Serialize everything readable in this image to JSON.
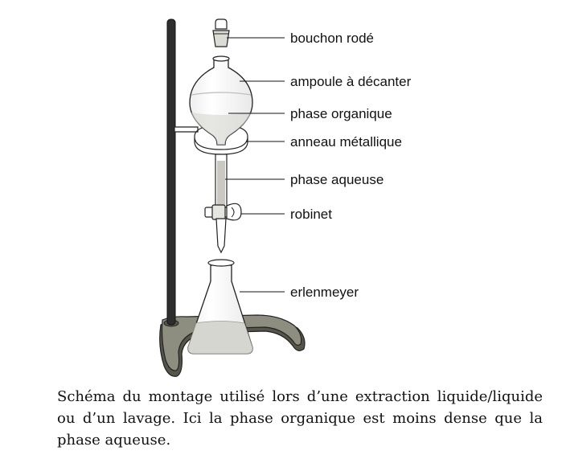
{
  "labels": {
    "stopper": "bouchon rodé",
    "funnel": "ampoule à décanter",
    "organic_phase": "phase organique",
    "ring": "anneau métallique",
    "aqueous_phase": "phase aqueuse",
    "stopcock": "robinet",
    "flask": "erlenmeyer"
  },
  "caption": "Schéma du montage utilisé lors d’une extraction li­quide/liquide ou d’un lavage. Ici la phase organique est moins dense que la phase aqueuse.",
  "colors": {
    "outline": "#222222",
    "rod": "#2e2e2e",
    "stand_base": "#8e8e80",
    "stand_base_dark": "#55554a",
    "organic_liquid": "#ffffff",
    "aqueous_liquid": "#d6d6d0",
    "glass": "#ffffff"
  }
}
